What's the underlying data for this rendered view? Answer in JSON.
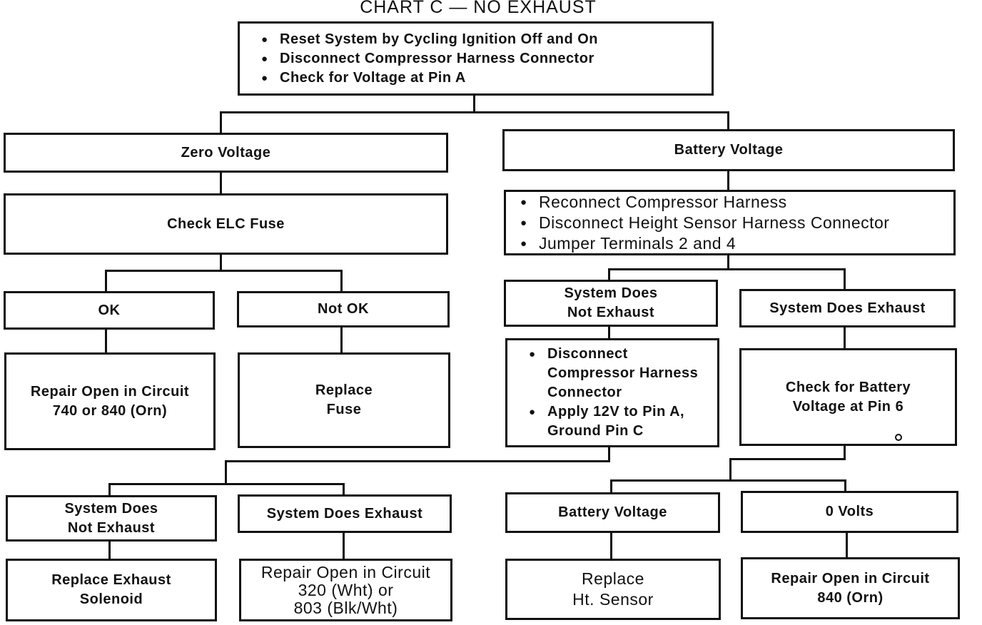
{
  "title": "CHART C — NO EXHAUST",
  "root": {
    "items": [
      "Reset System by Cycling Ignition Off and On",
      "Disconnect Compressor Harness Connector",
      "Check for Voltage at Pin A"
    ]
  },
  "left": {
    "zero_voltage": "Zero Voltage",
    "check_fuse": "Check ELC Fuse",
    "ok": "OK",
    "not_ok": "Not OK",
    "repair_open_740": [
      "Repair Open in Circuit",
      "740 or 840 (Orn)"
    ],
    "replace_fuse": [
      "Replace",
      "Fuse"
    ]
  },
  "right": {
    "battery_voltage": "Battery Voltage",
    "steps": [
      "Reconnect Compressor Harness",
      "Disconnect Height Sensor Harness Connector",
      "Jumper Terminals 2 and 4"
    ],
    "no_exhaust": [
      "System Does",
      "Not Exhaust"
    ],
    "does_exhaust": "System Does Exhaust",
    "apply_steps": [
      [
        "Disconnect",
        "Compressor Harness",
        "Connector"
      ],
      [
        "Apply 12V to Pin A,",
        "Ground Pin C"
      ]
    ],
    "check_battery": [
      "Check for Battery",
      "Voltage at Pin 6"
    ]
  },
  "bottom": {
    "no_exhaust": [
      "System Does",
      "Not Exhaust"
    ],
    "does_exhaust": "System Does Exhaust",
    "battery_voltage": "Battery Voltage",
    "zero_volts": "0 Volts",
    "replace_solenoid": [
      "Replace Exhaust",
      "Solenoid"
    ],
    "repair_open_320": [
      "Repair Open in Circuit",
      "320 (Wht) or",
      "803 (Blk/Wht)"
    ],
    "replace_sensor": [
      "Replace",
      "Ht. Sensor"
    ],
    "repair_open_840": [
      "Repair Open in Circuit",
      "840 (Orn)"
    ]
  }
}
